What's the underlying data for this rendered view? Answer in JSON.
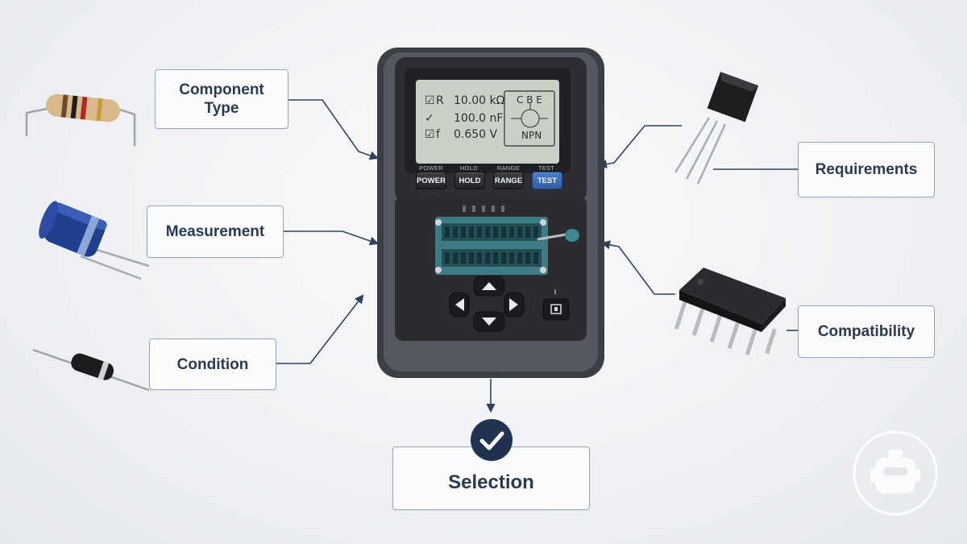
{
  "labels": {
    "component_type": "Component Type",
    "measurement": "Measurement",
    "condition": "Condition",
    "requirements": "Requirements",
    "compatibility": "Compatibility",
    "selection": "Selection"
  },
  "device": {
    "lcd": {
      "rows": [
        {
          "check": "☑",
          "symbol": "R",
          "value": "10.00 kΩ"
        },
        {
          "check": "✓",
          "symbol": "",
          "value": "100.0 nF"
        },
        {
          "check": "☑",
          "symbol": "f",
          "value": "0.650 V"
        }
      ],
      "pins": "C B E",
      "transistor_type": "NPN"
    },
    "buttons": [
      {
        "caption": "POWER",
        "label": "POWER"
      },
      {
        "caption": "HOLD",
        "label": "HOLD"
      },
      {
        "caption": "RANGE",
        "label": "RANGE"
      },
      {
        "caption": "TEST",
        "label": "TEST"
      }
    ]
  },
  "colors": {
    "label_text": "#2a3a52",
    "connector": "#2f4360",
    "lcd_background": "#c9d1c7",
    "device_body": "#4a4d52",
    "socket": "#3d7c86",
    "check_badge": "#1f3250"
  },
  "icons": [
    "resistor-icon",
    "capacitor-icon",
    "diode-icon",
    "transistor-icon",
    "ic-chip-icon",
    "check-icon",
    "robot-icon"
  ]
}
